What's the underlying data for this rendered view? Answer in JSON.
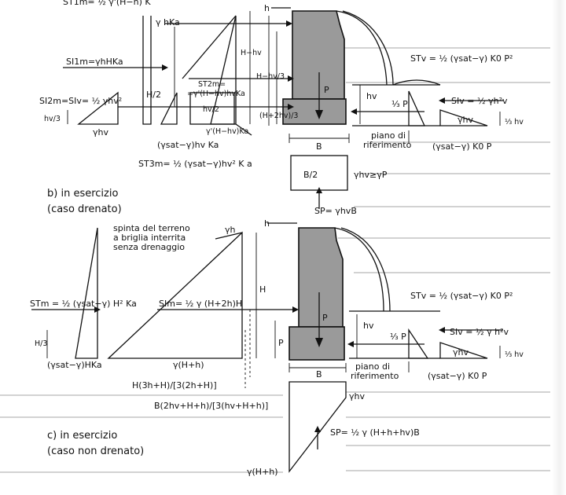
{
  "captions": {
    "b": "b) in esercizio",
    "b_sub": "(caso drenato)",
    "c": "c) in esercizio",
    "c_sub": "(caso non drenato)"
  },
  "b": {
    "st1m": "ST1m= ½ γ'(H−h) K",
    "gamma_h_ka": "γ hKa",
    "si1m": "SI1m=γhHKa",
    "si2m": "SI2m=SIv= ½ γhv²",
    "hv_3": "hv/3",
    "gamma_hv": "γhv",
    "h_over_2": "H/2",
    "st2m_a": "ST2m=",
    "st2m_b": "=γ'(H−hv)hvKa",
    "hv_over_2": "hv/2",
    "h": "h",
    "h_minus_hv": "H−hv",
    "h_minus_hv_3": "H−hv/3",
    "h_plus_2hv_3": "(H+2hv)/3",
    "gamma_prime": "γ'(H−hv)Ka",
    "gsat_hv_ka": "(γsat−γ)hv Ka",
    "st3m": "ST3m= ½ (γsat−γ)hv² K a",
    "p": "P",
    "hv": "hv",
    "one_third_p": "⅓ P",
    "piano_1": "piano di",
    "piano_2": "riferimento",
    "b_dim": "B",
    "stv": "STv = ½ (γsat−γ) K0 P²",
    "siv": "SIv = ½ γh²v",
    "gamma_hv_r": "γhv",
    "one_third_hv": "⅓ hv",
    "gsat_k0_p": "(γsat−γ) K0 P",
    "b_over_2": "B/2",
    "uplift_cond": "γhv≥γP",
    "sp": "SP= γhvB"
  },
  "c": {
    "h": "h",
    "spinta_1": "spinta del terreno",
    "spinta_2": "a briglia interrita",
    "spinta_3": "senza drenaggio",
    "gamma_h": "γh",
    "stm": "STm = ½ (γsat−γ) H² Ka",
    "slm": "SIm= ½ γ (H+2h)H",
    "H": "H",
    "h_3": "H/3",
    "gsat_hka": "(γsat−γ)HKa",
    "gamma_h_plus_h": "γ(H+h)",
    "p": "P",
    "b_dim": "B",
    "h3": "H(3h+H)/[3(2h+H)]",
    "b_expr": "B(2hv+H+h)/[3(hv+H+h)]",
    "gamma_hv": "γhv",
    "sp": "SP= ½ γ (H+h+hv)B",
    "gamma_hh_bottom": "γ(H+h)",
    "stv": "STv = ½ (γsat−γ) K0 P²",
    "siv": "SIv = ½ γ h²v",
    "hv": "hv",
    "gamma_hv_r": "γhv",
    "one_third_hv": "⅓ hv",
    "one_third_p": "⅓ P",
    "piano_1": "piano di",
    "piano_2": "riferimento",
    "gsat_k0_p": "(γsat−γ) K0 P"
  }
}
